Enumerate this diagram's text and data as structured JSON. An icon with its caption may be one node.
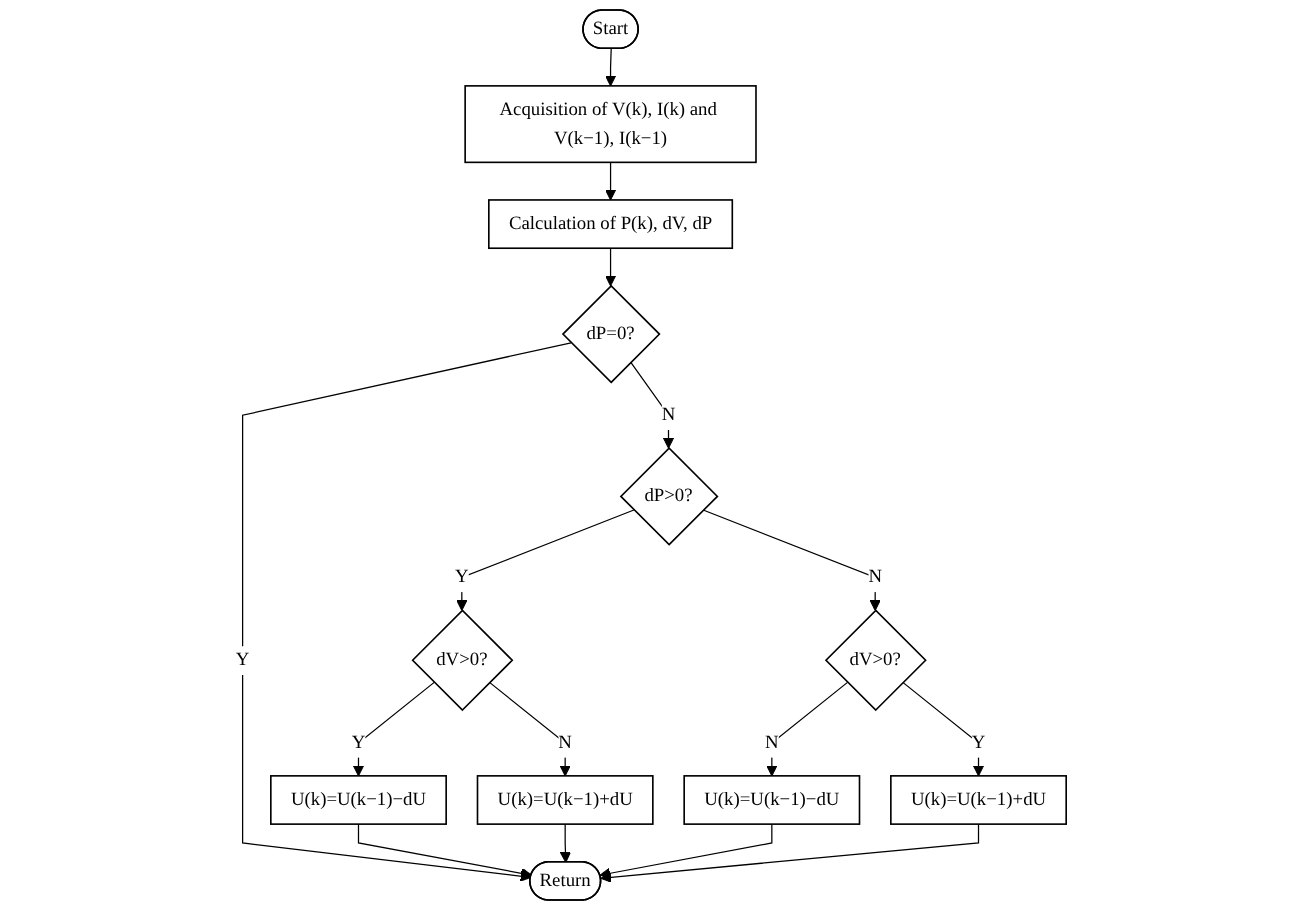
{
  "diagram": {
    "nodes": [
      {
        "text": [
          "Start"
        ]
      },
      {
        "text": [
          "Acquisition of V(k), I(k) and V(k−1), I(k−1)"
        ]
      },
      {
        "text": [
          "Calculation of P(k), dV, dP"
        ]
      },
      {
        "text": [
          "dP=0?"
        ]
      },
      {
        "text": [
          "dP>0?"
        ]
      },
      {
        "text": [
          "dV>0?"
        ]
      },
      {
        "text": [
          "dV>0?"
        ]
      },
      {
        "text": [
          "U(k)=U(k−1)−dU"
        ]
      },
      {
        "text": [
          "U(k)=U(k−1)+dU"
        ]
      },
      {
        "text": [
          "U(k)=U(k−1)−dU"
        ]
      },
      {
        "text": [
          "U(k)=U(k−1)+dU"
        ]
      },
      {
        "text": [
          "Return"
        ]
      }
    ],
    "edges": [
      {
        "from": 0,
        "to": 1,
        "arrow": "to"
      },
      {
        "from": 1,
        "to": 2,
        "arrow": "to"
      },
      {
        "from": 2,
        "to": 3,
        "arrow": "to"
      },
      {
        "from": 3,
        "to": 11,
        "arrow": "to",
        "label": "Y"
      },
      {
        "from": 3,
        "to": 4,
        "arrow": "to",
        "label": "N"
      },
      {
        "from": 4,
        "to": 5,
        "arrow": "to",
        "label": "Y"
      },
      {
        "from": 4,
        "to": 6,
        "arrow": "to",
        "label": "N"
      },
      {
        "from": 5,
        "to": 7,
        "arrow": "to",
        "label": "Y"
      },
      {
        "from": 5,
        "to": 8,
        "arrow": "to",
        "label": "N"
      },
      {
        "from": 6,
        "to": 9,
        "arrow": "to",
        "label": "N"
      },
      {
        "from": 6,
        "to": 10,
        "arrow": "to",
        "label": "Y"
      },
      {
        "from": 7,
        "to": 11,
        "arrow": "to"
      },
      {
        "from": 8,
        "to": 11,
        "arrow": "to"
      },
      {
        "from": 9,
        "to": 11,
        "arrow": "to"
      },
      {
        "from": 10,
        "to": 11,
        "arrow": "to"
      }
    ]
  }
}
